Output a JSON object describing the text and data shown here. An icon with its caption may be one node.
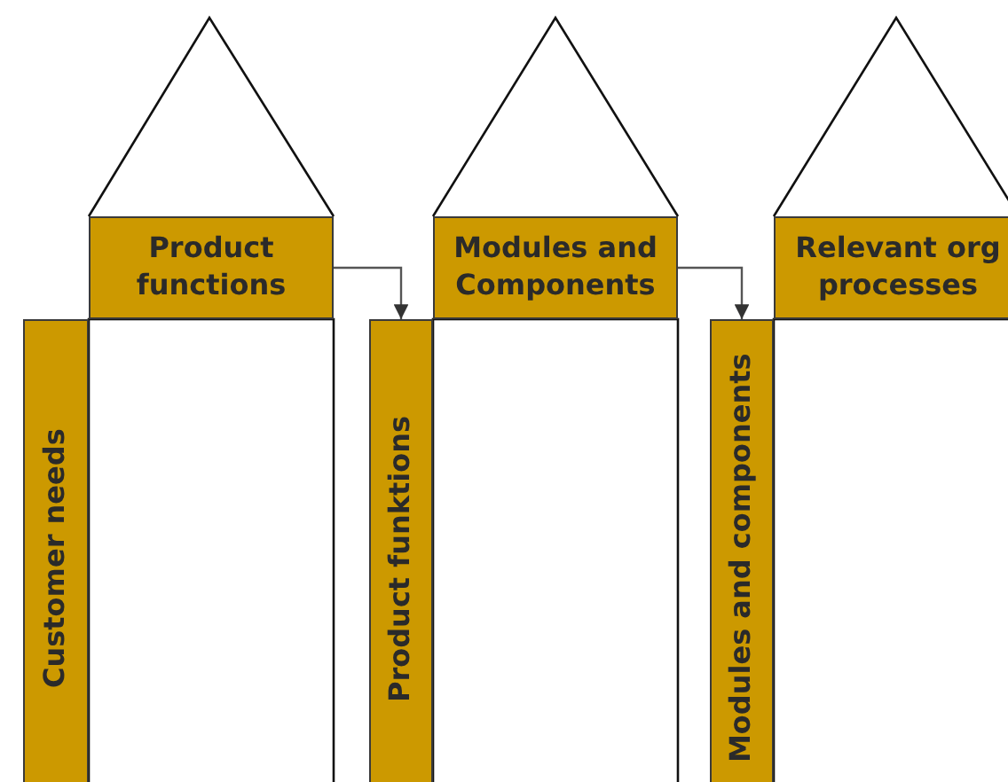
{
  "diagram": {
    "nodes": [
      {
        "text": [
          "Product functions"
        ]
      },
      {
        "text": [
          "Customer needs"
        ]
      },
      {
        "text": [
          "Modules and Components"
        ]
      },
      {
        "text": [
          "Product funktions"
        ]
      },
      {
        "text": [
          "Relevant org processes"
        ]
      },
      {
        "text": [
          "Modules and components"
        ]
      }
    ],
    "edges": [
      {
        "from": 0,
        "to": 3,
        "arrow": "to"
      },
      {
        "from": 2,
        "to": 5,
        "arrow": "to"
      }
    ]
  }
}
